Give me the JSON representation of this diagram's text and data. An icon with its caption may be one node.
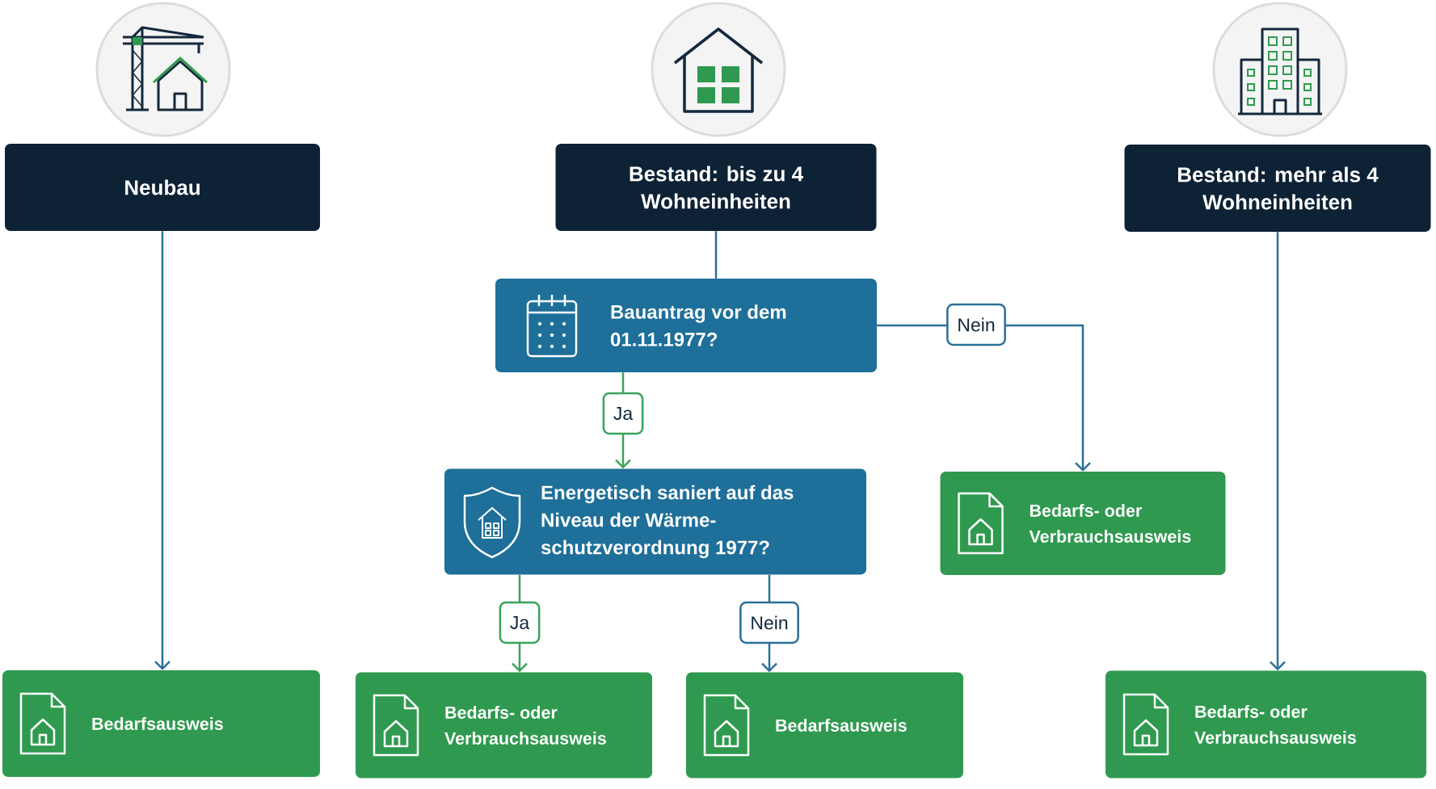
{
  "diagram": {
    "nodes": [
      {
        "text": [
          "Neubau"
        ]
      },
      {
        "text": [
          "Bestand: bis zu 4 Wohneinheiten"
        ]
      },
      {
        "text": [
          "Bestand: mehr als 4 Wohneinheiten"
        ]
      },
      {
        "text": [
          "Bauantrag vor dem 01.11.1977?"
        ]
      },
      {
        "text": [
          "Energetisch saniert auf das Niveau der Wärme- schutzverordnung 1977?"
        ]
      },
      {
        "text": [
          "Bedarfs- oder Verbrauchsausweis"
        ]
      },
      {
        "text": [
          "Bedarfsausweis"
        ]
      },
      {
        "text": [
          "Bedarfs- oder Verbrauchsausweis"
        ]
      },
      {
        "text": [
          "Bedarfsausweis"
        ]
      },
      {
        "text": [
          "Bedarfs- oder Verbrauchsausweis"
        ]
      }
    ],
    "edges": [
      {
        "from": 0,
        "to": 6,
        "arrow": "to"
      },
      {
        "from": 1,
        "to": 3,
        "arrow": "none"
      },
      {
        "from": 3,
        "to": 4,
        "arrow": "to",
        "label": "Ja",
        "color": "#3aa35a"
      },
      {
        "from": 3,
        "to": 5,
        "arrow": "to",
        "label": "Nein"
      },
      {
        "from": 4,
        "to": 7,
        "arrow": "to",
        "label": "Ja",
        "color": "#3aa35a"
      },
      {
        "from": 4,
        "to": 8,
        "arrow": "to",
        "label": "Nein"
      },
      {
        "from": 2,
        "to": 9,
        "arrow": "to"
      }
    ]
  }
}
